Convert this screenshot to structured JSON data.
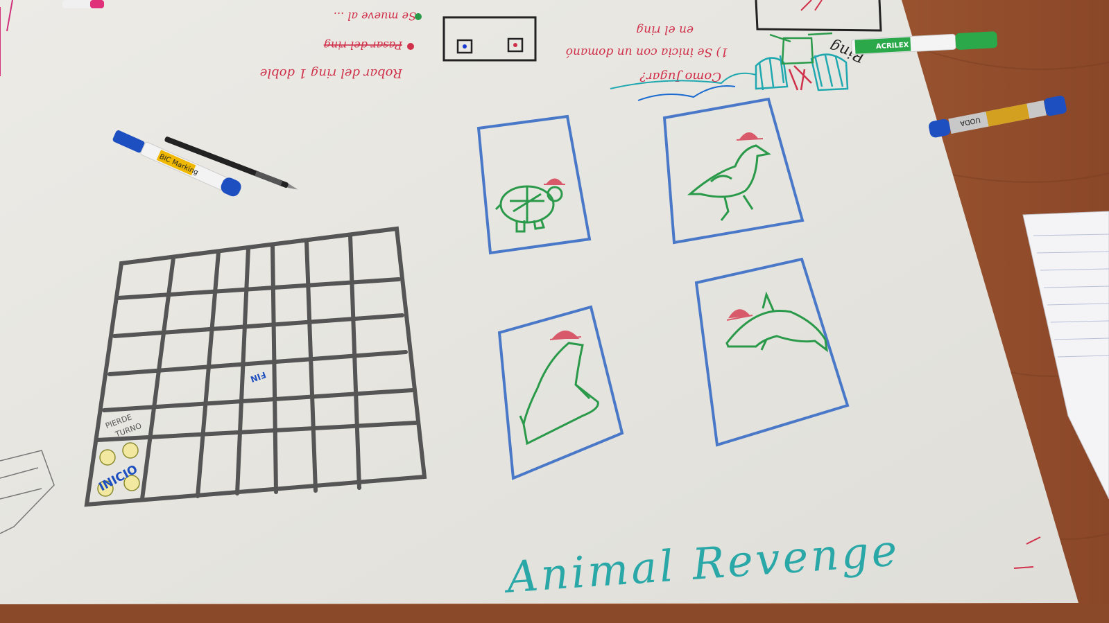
{
  "photo": {
    "title": "Animal Revenge",
    "board_label_start": "INICIO",
    "board_label_lose_turn_line1": "PIERDE",
    "board_label_lose_turn_line2": "TURNO",
    "board_label_end": "FIN",
    "ring_label": "Ring",
    "rule_steal": "Robar del ring 1 doble",
    "rule_struck": "Pasar del ring",
    "rule_moves": "Se mueve al ...",
    "how_to_play": "Como Jugar?",
    "rule_1_line1": "1) Se inicia con un domanó",
    "rule_1_line2": "en el ring",
    "marker_brand_1": "BIC Marking",
    "marker_brand_2": "ACRILEX",
    "marker_brand_3": "UODA",
    "cards": [
      "turtle-card",
      "bird-card",
      "seal-card",
      "dolphin-card"
    ]
  },
  "colors": {
    "table": "#8a4a2a",
    "paper": "#e9e8e2",
    "grid_ink": "#555555",
    "card_border": "#4a78c8",
    "animal_ink": "#2a9a4a",
    "hat_ink": "#d85a6a",
    "title_ink": "#2aa8a8",
    "rules_ink": "#d0304a"
  }
}
